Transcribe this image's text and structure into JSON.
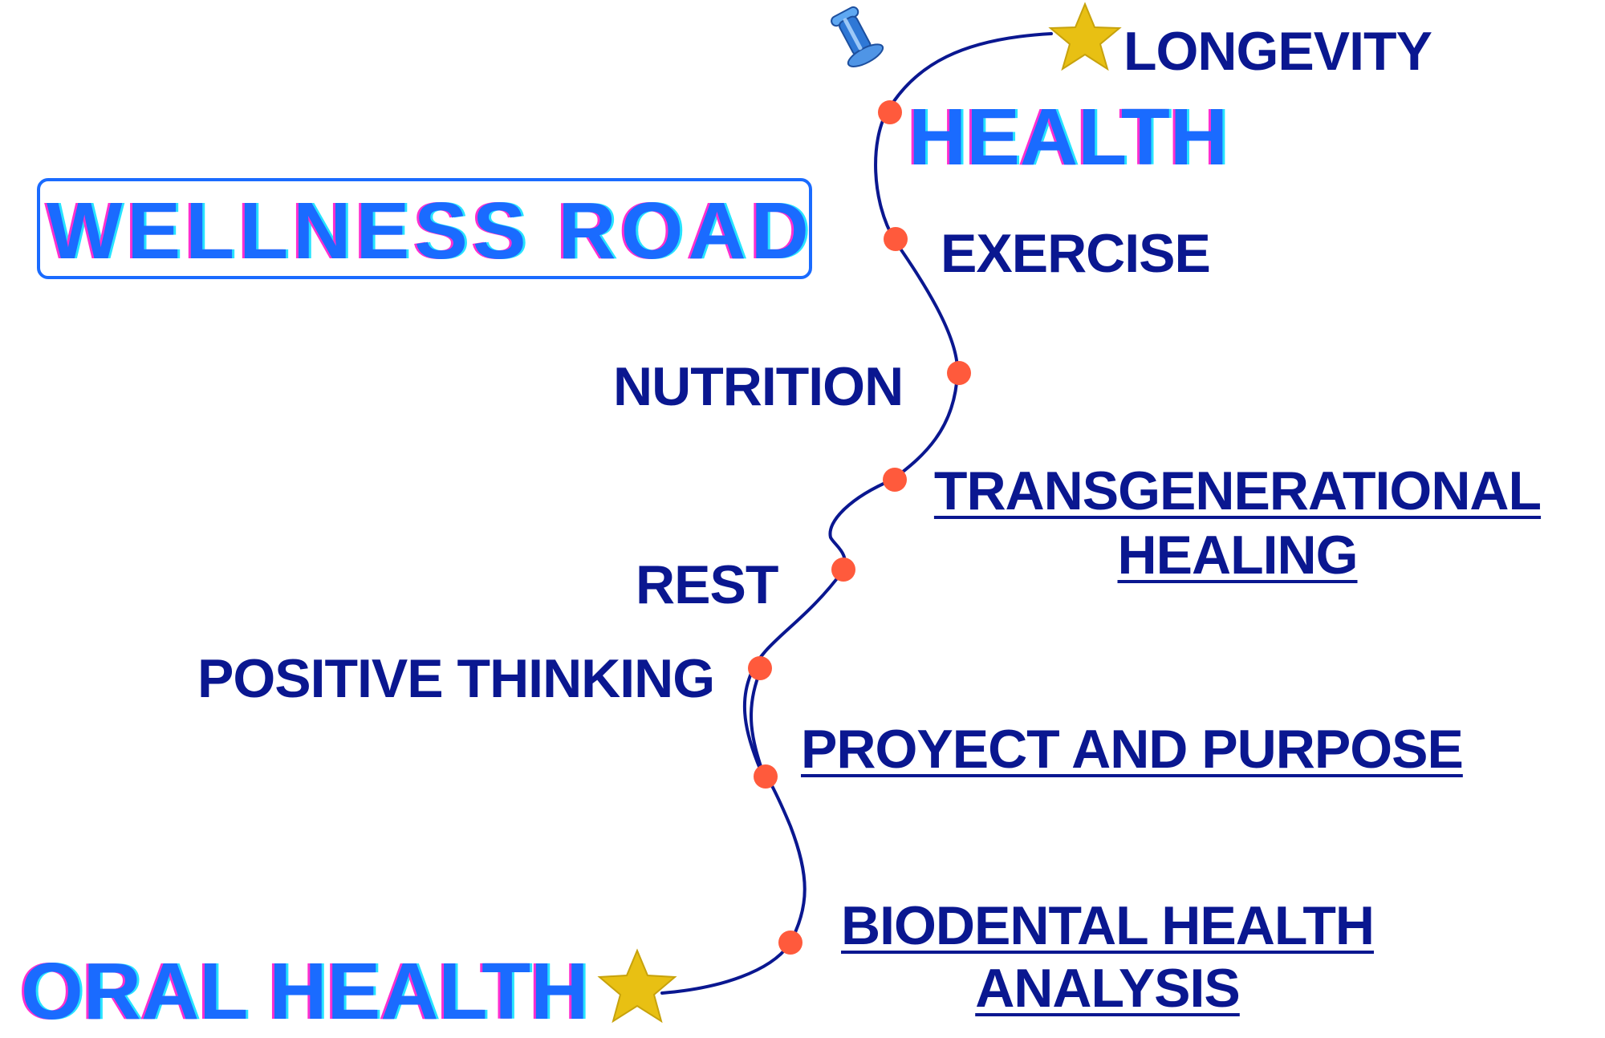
{
  "colors": {
    "road": "#0a1790",
    "milestone": "#ff5a3c",
    "star": "#e8c013",
    "title": "#1a6bff",
    "label": "#0a1790",
    "pin": "#2f78d6"
  },
  "title": "WELLNESS ROAD",
  "start": "ORAL HEALTH",
  "end": "HEALTH",
  "goal": "LONGEVITY",
  "milestones": [
    {
      "label": "EXERCISE",
      "linked": false
    },
    {
      "label": "NUTRITION",
      "linked": false
    },
    {
      "label_line1": "TRANSGENERATIONAL",
      "label_line2": "HEALING",
      "linked": true
    },
    {
      "label": "REST",
      "linked": false
    },
    {
      "label": "POSITIVE THINKING",
      "linked": false
    },
    {
      "label": "PROYECT AND PURPOSE",
      "linked": true
    },
    {
      "label_line1": "BIODENTAL HEALTH",
      "label_line2": "ANALYSIS",
      "linked": true
    }
  ],
  "icons": {
    "start_marker": "star-icon",
    "goal_marker": "star-icon",
    "pin": "pushpin-icon",
    "milestone_marker": "dot-icon"
  }
}
